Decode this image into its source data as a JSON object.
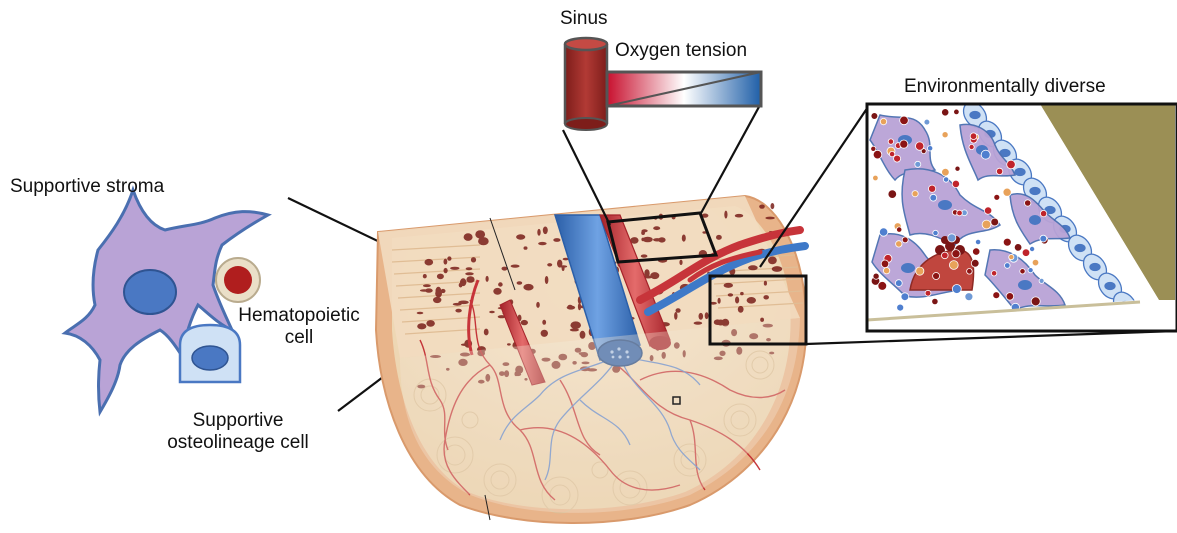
{
  "labels": {
    "supportive_stroma": "Supportive stroma",
    "hematopoietic_line1": "Hematopoietic",
    "hematopoietic_line2": "cell",
    "osteo_line1": "Supportive",
    "osteo_line2": "osteolineage cell",
    "sinus": "Sinus",
    "oxygen_tension": "Oxygen tension",
    "environmentally_diverse": "Environmentally diverse"
  },
  "colors": {
    "stroma_fill": "#b9a3d6",
    "stroma_stroke": "#4a6fb0",
    "nucleus_blue": "#4a78c3",
    "rbc_red": "#b01e1e",
    "bone_outer": "#e8b48a",
    "bone_inner": "#f1dcc0",
    "marrow_spots": "#7a1f1a",
    "vessel_blue": "#3e79c8",
    "vessel_red": "#c7343a",
    "sinus_red": "#a8302d",
    "panel_olive": "#9b8f55"
  },
  "icons": [
    "stroma-cell-icon",
    "red-blood-cell-icon",
    "osteolineage-cell-icon",
    "sinus-cylinder-icon",
    "oxygen-gradient-icon",
    "bone-section-icon",
    "niche-inset-icon"
  ]
}
